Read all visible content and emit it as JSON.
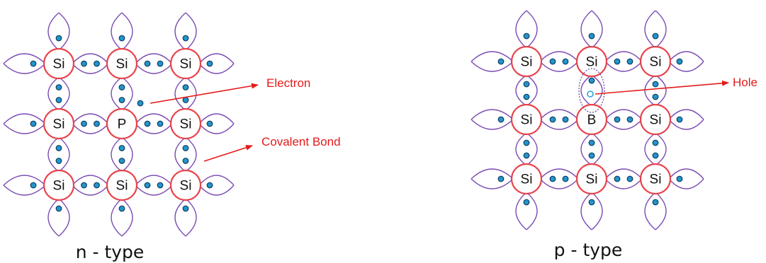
{
  "colors": {
    "atom_outline": "#e8424a",
    "bond_arc": "#7a4bb3",
    "electron": "#2196c9",
    "electron_outline": "#0d3b66",
    "hole": "#2aa7d8",
    "annotation": "#e31b1b",
    "text": "#111111"
  },
  "lattices": [
    {
      "caption": "n - type",
      "atoms": [
        [
          "Si",
          "Si",
          "Si"
        ],
        [
          "Si",
          "P",
          "Si"
        ],
        [
          "Si",
          "Si",
          "Si"
        ]
      ],
      "dopant": "P",
      "extra_electron": true,
      "hole": false,
      "annotations": [
        {
          "text": "Electron"
        },
        {
          "text": "Covalent Bond"
        }
      ]
    },
    {
      "caption": "p - type",
      "atoms": [
        [
          "Si",
          "Si",
          "Si"
        ],
        [
          "Si",
          "B",
          "Si"
        ],
        [
          "Si",
          "Si",
          "Si"
        ]
      ],
      "dopant": "B",
      "extra_electron": false,
      "hole": true,
      "annotations": [
        {
          "text": "Hole"
        }
      ]
    }
  ]
}
